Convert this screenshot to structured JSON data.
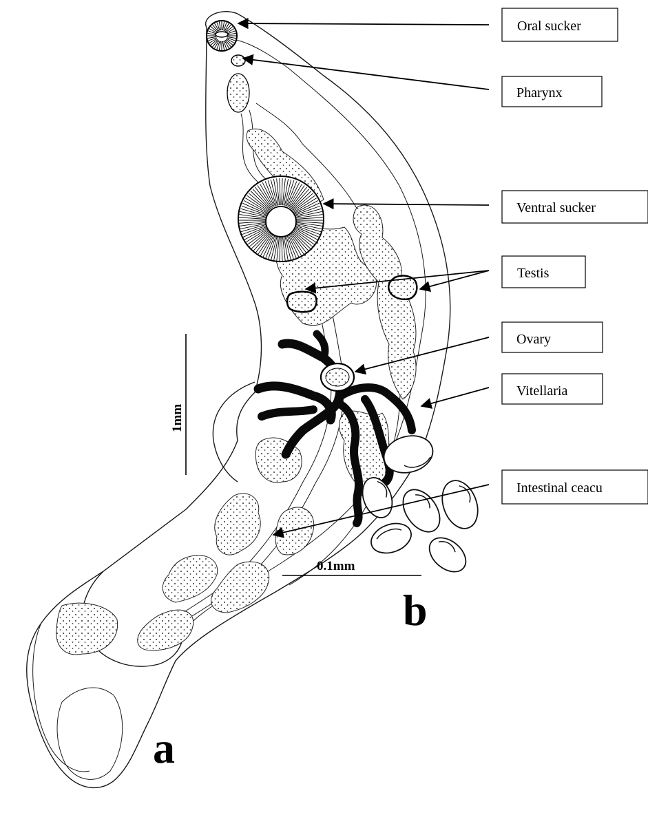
{
  "labels": {
    "oral_sucker": "Oral sucker",
    "pharynx": "Pharynx",
    "ventral_sucker": "Ventral sucker",
    "testis": "Testis",
    "ovary": "Ovary",
    "vitellaria": "Vitellaria",
    "intestinal_ceacu": "Intestinal ceacu"
  },
  "scale_bars": {
    "a": "1mm",
    "b": "0.1mm"
  },
  "panels": {
    "a": "a",
    "b": "b"
  },
  "colors": {
    "ink": "#000000",
    "background": "#ffffff"
  }
}
